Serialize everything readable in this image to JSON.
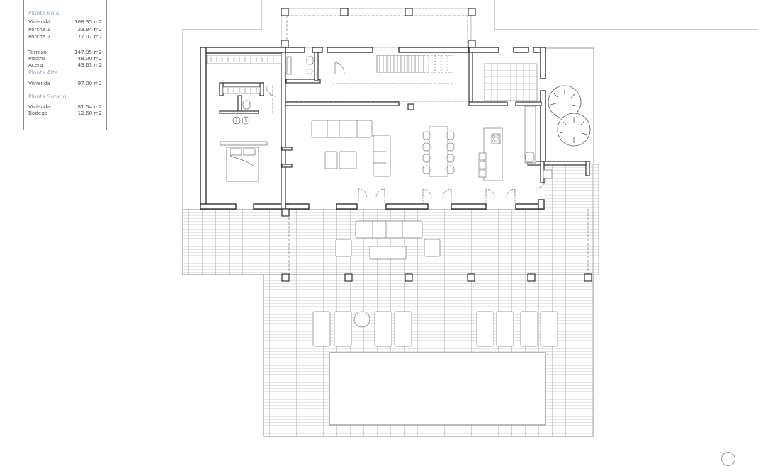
{
  "legend": {
    "sections": [
      {
        "title": "Planta Baja",
        "rows": [
          {
            "label": "Vivienda",
            "value": "168.35 m2"
          },
          {
            "label": "Porche 1",
            "value": "23.84 m2"
          },
          {
            "label": "Porche 2",
            "value": "77.07 m2"
          },
          {
            "label": "Terrazo",
            "value": "147.05 m2"
          },
          {
            "label": "Piscina",
            "value": "48.00 m2"
          },
          {
            "label": "Acera",
            "value": "43.63 m2"
          }
        ]
      },
      {
        "title": "Planta Alta",
        "rows": [
          {
            "label": "Vivienda",
            "value": "97.00 m2"
          }
        ]
      },
      {
        "title": "Planta Sótano",
        "rows": [
          {
            "label": "Vivienda",
            "value": "81.54 m2"
          },
          {
            "label": "Bodega",
            "value": "12.60 m2"
          }
        ]
      }
    ]
  },
  "plan": {
    "type": "architectural-floor-plan",
    "rooms": [
      "bedroom",
      "bathroom",
      "wc",
      "living-room",
      "dining-area",
      "kitchen",
      "pantry",
      "staircase",
      "covered-porch",
      "terrace",
      "pool"
    ],
    "furniture": {
      "interior_sofas": 2,
      "armchairs_interior": 2,
      "dining_chairs": 8,
      "kitchen_stools": 3,
      "terrace_sofa": 1,
      "terrace_armchairs": 2,
      "sun_loungers": 8,
      "trees": 2
    },
    "colors": {
      "wall": "#333333",
      "line": "#8a8a8a",
      "legend_heading": "#8fa5c4",
      "legend_text": "#555555"
    }
  },
  "north_symbol": "circle"
}
